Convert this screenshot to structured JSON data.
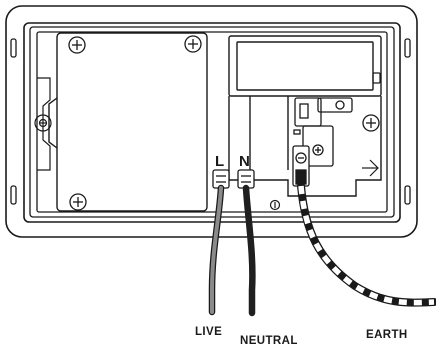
{
  "diagram": {
    "terminals": {
      "live": "L",
      "neutral": "N"
    },
    "wires": {
      "live": "LIVE",
      "neutral": "NEUTRAL",
      "earth": "EARTH"
    },
    "colors": {
      "line": "#1a1a1a",
      "live_wire": "#8a8a8a",
      "neutral_wire": "#1f1f1f",
      "earth_stripe_dark": "#1a1a1a",
      "earth_stripe_light": "#ffffff",
      "background": "#ffffff"
    }
  }
}
